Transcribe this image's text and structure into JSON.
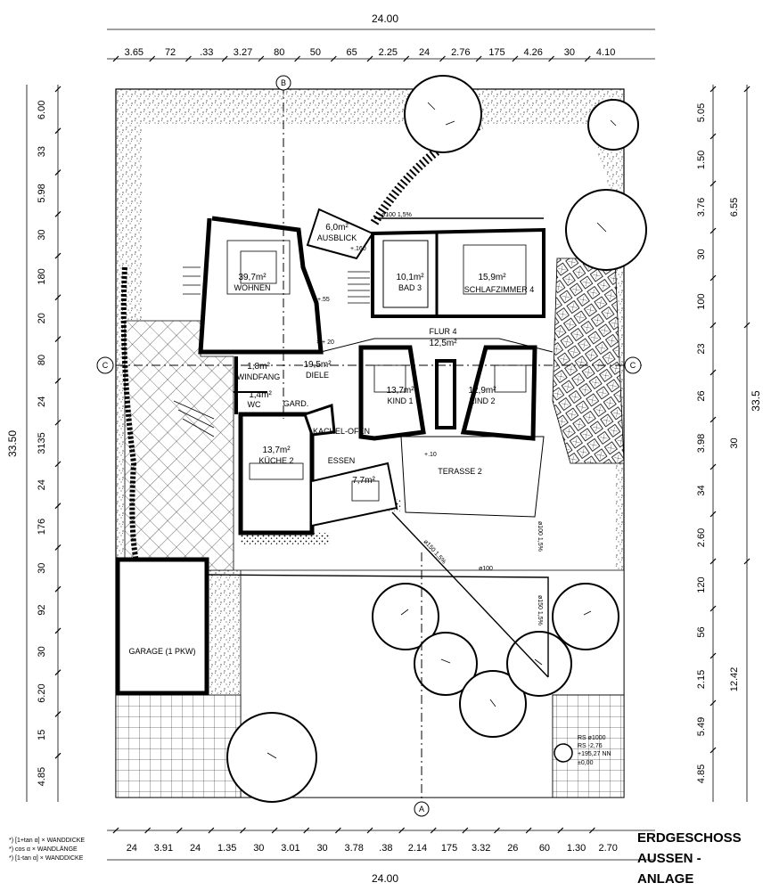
{
  "title_lines": [
    "ERDGESCHOSS",
    "AUSSEN -",
    "ANLAGE"
  ],
  "overall_dims": {
    "top": "24.00",
    "bottom": "24.00",
    "left": "33.50",
    "right": "33.5"
  },
  "top_dims": [
    "3.65",
    "72",
    ".33",
    "3.27",
    "80",
    "50",
    "65",
    "2.25",
    "24",
    "2.76",
    "175",
    "4.26",
    "30",
    "4.10"
  ],
  "bottom_dims": [
    "24",
    "3.91",
    "24",
    "1.35",
    "30",
    "3.01",
    "30",
    "3.78",
    ".38",
    "2.14",
    "175",
    "3.32",
    "26",
    "60",
    "1.30",
    "2.70"
  ],
  "left_dims": [
    "6.00",
    "33",
    "5.98",
    "30",
    "180",
    "20",
    "80",
    "24",
    "3135",
    "24",
    "176",
    "30",
    "92",
    "30",
    "6.20",
    "15",
    "4.85"
  ],
  "right_inner_dims": [
    "5.05",
    "1.50",
    "3.76",
    "30",
    "100",
    "23",
    "26",
    "3.98",
    "34",
    "2.60",
    "120",
    "56",
    "2.15",
    "5.49",
    "4.85"
  ],
  "right_outer_dims": [
    "6.55",
    "30",
    "12.42"
  ],
  "rooms": [
    {
      "area": "39,7m²",
      "name": "WOHNEN"
    },
    {
      "area": "6,0m²",
      "name": "AUSBLICK"
    },
    {
      "area": "10,1m²",
      "name": "BAD 3"
    },
    {
      "area": "15,9m²",
      "name": "SCHLAFZIMMER 4"
    },
    {
      "area": "12,5m²",
      "name": "FLUR 4"
    },
    {
      "area": "1,8m²",
      "name": "WINDFANG"
    },
    {
      "area": "19,5m²",
      "name": "DIELE"
    },
    {
      "area": "1,4m²",
      "name": "WC"
    },
    {
      "area": "",
      "name": "GARD."
    },
    {
      "area": "",
      "name": "KACHEL-OFEN"
    },
    {
      "area": "13,7m²",
      "name": "KIND 1"
    },
    {
      "area": "12,9m²",
      "name": "KIND 2"
    },
    {
      "area": "13,7m²",
      "name": "KÜCHE 2"
    },
    {
      "area": "",
      "name": "ESSEN"
    },
    {
      "area": "7,7m²",
      "name": ""
    },
    {
      "area": "",
      "name": "TERASSE 2"
    },
    {
      "area": "",
      "name": "GARAGE (1 PKW)"
    }
  ],
  "annotations": {
    "elev_160": "+.160",
    "elev_55": "+.55",
    "elev_20": "× + 20",
    "elev_10": "+.10",
    "pipe_top": "ø100 1,5%",
    "pipe_150": "ø150 1,5%",
    "pipe_100": "ø100",
    "pipe_100_v": "ø100 1,5%",
    "pipe_150_v": "ø150 1,5%",
    "rs_1": "RS ø1000",
    "rs_2": "RS -2,76",
    "rs_3": "+195,27 NN",
    "rs_4": "±0,00",
    "section_c": "C",
    "section_b": "B",
    "section_a": "A"
  },
  "footnotes": [
    "*) [1+tan α] × WANDDICKE",
    "*) cos α × WANDLÄNGE",
    "*) [1-tan α] × WANDDICKE"
  ]
}
